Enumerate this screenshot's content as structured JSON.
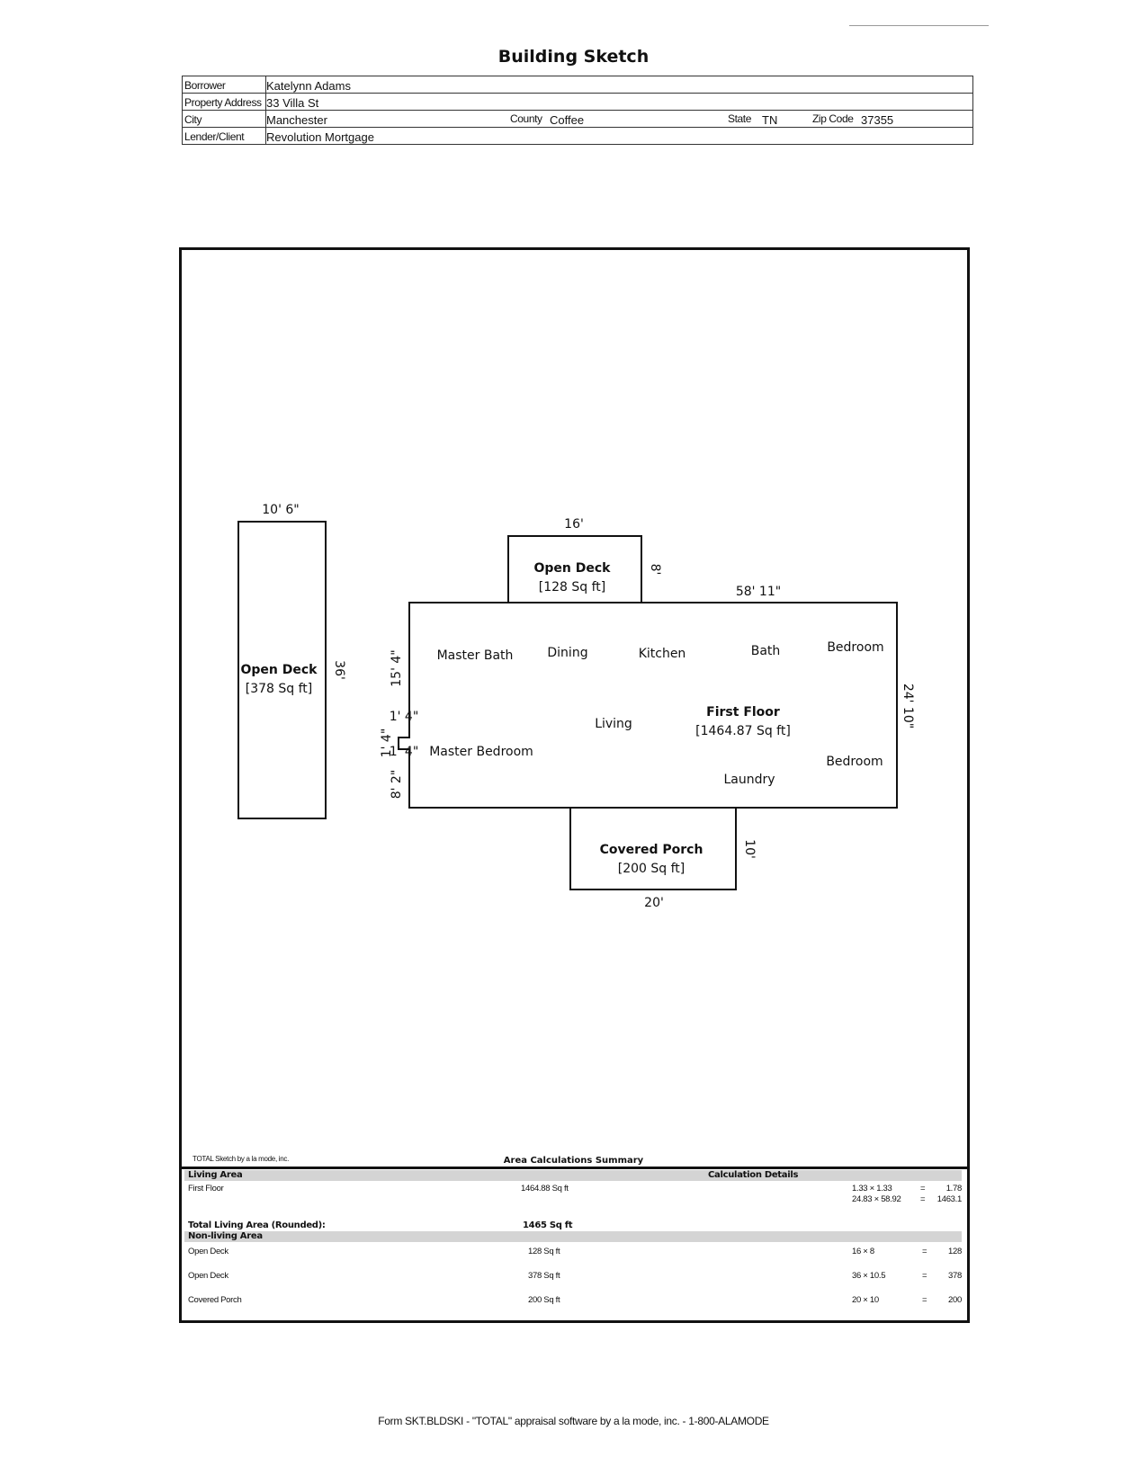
{
  "page": {
    "title": "Building Sketch",
    "footer": "Form SKT.BLDSKI - \"TOTAL\" appraisal software by a la mode, inc. - 1-800-ALAMODE"
  },
  "header": {
    "borrower_label": "Borrower",
    "borrower": "Katelynn Adams",
    "address_label": "Property Address",
    "address": "33 Villa St",
    "city_label": "City",
    "city": "Manchester",
    "county_label": "County",
    "county": "Coffee",
    "state_label": "State",
    "state": "TN",
    "zip_label": "Zip Code",
    "zip": "37355",
    "lender_label": "Lender/Client",
    "lender": "Revolution Mortgage"
  },
  "sketch": {
    "deck_left": {
      "name": "Open Deck",
      "area": "[378 Sq ft]",
      "width_dim": "10' 6\"",
      "height_dim": "36'"
    },
    "deck_top": {
      "name": "Open Deck",
      "area": "[128 Sq ft]",
      "width_dim": "16'",
      "height_dim": "8'"
    },
    "main": {
      "name": "First Floor",
      "area": "[1464.87 Sq ft]",
      "width_dim": "58' 11\"",
      "height_dim": "24' 10\"",
      "left_dim_top": "15' 4\"",
      "left_dim_bottom": "8' 2\"",
      "notch_dim_1": "1' 4\"",
      "notch_dim_2": "1' 4\"",
      "notch_dim_3": "1' 4\""
    },
    "porch": {
      "name": "Covered Porch",
      "area": "[200 Sq ft]",
      "width_dim": "20'",
      "height_dim": "10'"
    },
    "rooms": {
      "master_bath": "Master Bath",
      "dining": "Dining",
      "kitchen": "Kitchen",
      "bath": "Bath",
      "bedroom_1": "Bedroom",
      "living": "Living",
      "master_bedroom": "Master Bedroom",
      "bedroom_2": "Bedroom",
      "laundry": "Laundry"
    },
    "credit": "TOTAL Sketch by a la mode, inc."
  },
  "area_summary": {
    "title": "Area Calculations Summary",
    "living_header": "Living Area",
    "details_header": "Calculation Details",
    "first_floor_label": "First Floor",
    "first_floor_area": "1464.88 Sq ft",
    "calc_1": "1.33 × 1.33",
    "calc_1_eq": "=",
    "calc_1_val": "1.78",
    "calc_2": "24.83 × 58.92",
    "calc_2_eq": "=",
    "calc_2_val": "1463.1",
    "total_label": "Total Living Area (Rounded):",
    "total_value": "1465 Sq ft",
    "nonliving_header": "Non-living Area",
    "rows": [
      {
        "label": "Open Deck",
        "area": "128 Sq ft",
        "calc": "16 × 8",
        "eq": "=",
        "val": "128"
      },
      {
        "label": "Open Deck",
        "area": "378 Sq ft",
        "calc": "36 × 10.5",
        "eq": "=",
        "val": "378"
      },
      {
        "label": "Covered Porch",
        "area": "200 Sq ft",
        "calc": "20 × 10",
        "eq": "=",
        "val": "200"
      }
    ]
  }
}
